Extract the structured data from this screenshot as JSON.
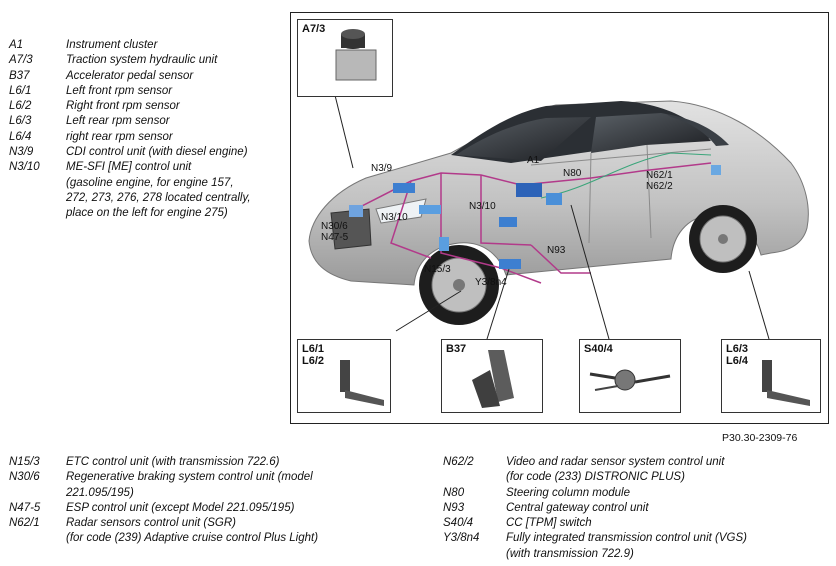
{
  "legend_top": [
    {
      "code": "A1",
      "desc": "Instrument cluster"
    },
    {
      "code": "A7/3",
      "desc": "Traction system hydraulic unit"
    },
    {
      "code": "B37",
      "desc": "Accelerator pedal sensor"
    },
    {
      "code": "L6/1",
      "desc": "Left front rpm sensor"
    },
    {
      "code": "L6/2",
      "desc": "Right front rpm sensor"
    },
    {
      "code": "L6/3",
      "desc": "Left rear rpm sensor"
    },
    {
      "code": "L6/4",
      "desc": "right rear rpm sensor"
    },
    {
      "code": "N3/9",
      "desc": "CDI control unit (with diesel engine)"
    },
    {
      "code": "N3/10",
      "desc": "ME-SFI [ME] control unit\n(gasoline engine, for engine 157,\n272, 273, 276, 278 located centrally,\nplace on the left for engine 275)"
    }
  ],
  "legend_bottom_left": [
    {
      "code": "N15/3",
      "desc": "ETC control unit (with transmission 722.6)"
    },
    {
      "code": "N30/6",
      "desc": "Regenerative braking system control unit (model\n221.095/195)"
    },
    {
      "code": "N47-5",
      "desc": "ESP control unit (except Model 221.095/195)"
    },
    {
      "code": "N62/1",
      "desc": "Radar sensors control unit (SGR)\n(for code (239) Adaptive cruise control Plus Light)"
    }
  ],
  "legend_bottom_right": [
    {
      "code": "N62/2",
      "desc": "Video and radar sensor system control unit\n(for code (233) DISTRONIC PLUS)"
    },
    {
      "code": "N80",
      "desc": "Steering column module"
    },
    {
      "code": "N93",
      "desc": "Central gateway control unit"
    },
    {
      "code": "S40/4",
      "desc": "CC [TPM] switch"
    },
    {
      "code": "Y3/8n4",
      "desc": "Fully integrated transmission control unit (VGS)\n(with transmission 722.9)"
    }
  ],
  "figure": {
    "callouts": {
      "n3_9": "N3/9",
      "a1": "A1",
      "n80": "N80",
      "n62": "N62/1\nN62/2",
      "n30_6": "N30/6\nN47-5",
      "n3_10a": "N3/10",
      "n3_10b": "N3/10",
      "n15_3": "N15/3",
      "n93": "N93",
      "y3_8n4": "Y3/8n4"
    },
    "insets": {
      "a7_3": "A7/3",
      "l6_front": "L6/1\nL6/2",
      "b37": "B37",
      "s40_4": "S40/4",
      "l6_rear": "L6/3\nL6/4"
    }
  },
  "figure_ref": "P30.30-2309-76",
  "colors": {
    "body": "#c9c9c9",
    "glass": "#2a2d32",
    "module": "#3d7fd0",
    "harness": "#b23a8a"
  }
}
